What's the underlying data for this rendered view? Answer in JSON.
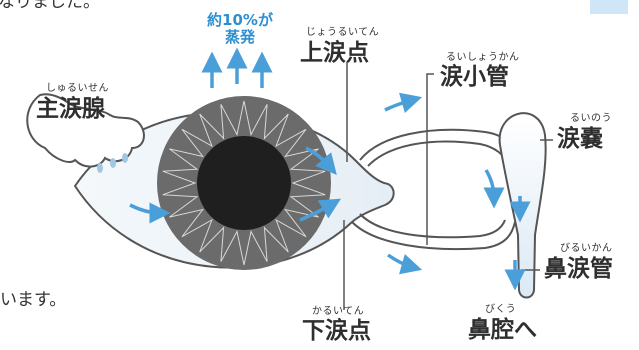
{
  "header_fragment": "なりました。",
  "body_fragment": "います。",
  "evaporation": {
    "line1": "約10%が",
    "line2": "蒸発"
  },
  "labels": {
    "main_gland": {
      "furigana": "しゅるいせん",
      "text": "主涙腺"
    },
    "upper_punctum": {
      "furigana": "じょうるいてん",
      "text": "上涙点"
    },
    "lower_punctum": {
      "furigana": "かるいてん",
      "text": "下涙点"
    },
    "canaliculus": {
      "furigana": "るいしょうかん",
      "text": "涙小管"
    },
    "lacrimal_sac": {
      "furigana": "るいのう",
      "text": "涙嚢"
    },
    "nasolacrimal_duct": {
      "furigana": "びるいかん",
      "text": "鼻涙管"
    },
    "nasal_cavity": {
      "furigana": "びくう",
      "text": "鼻腔へ"
    }
  },
  "colors": {
    "arrow": "#4a9fd9",
    "iris": "#6b6b6b",
    "pupil": "#1f1f1f",
    "outline": "#555555",
    "tear": "#cfe4f4"
  }
}
